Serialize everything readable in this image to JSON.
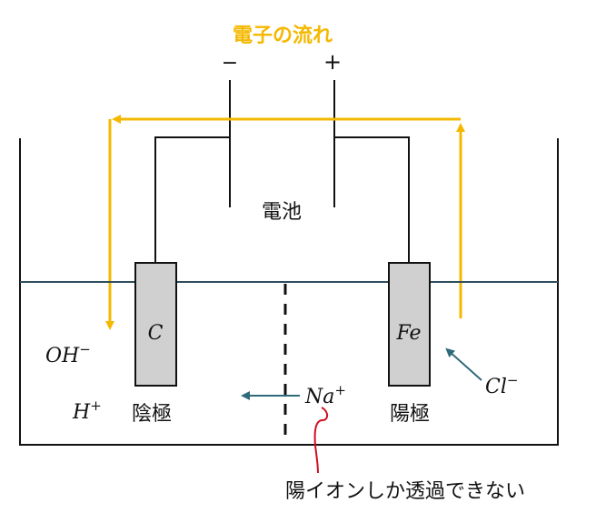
{
  "diagram": {
    "flow_title": "電子の流れ",
    "battery": {
      "label": "電池",
      "minus": "−",
      "plus": "+"
    },
    "cathode": {
      "material": "C",
      "name": "陰極"
    },
    "anode": {
      "material": "Fe",
      "name": "陽極"
    },
    "ions": {
      "oh": "OH",
      "oh_charge": "−",
      "h": "H",
      "h_charge": "+",
      "na": "Na",
      "na_charge": "+",
      "cl": "Cl",
      "cl_charge": "−"
    },
    "membrane_note": "陽イオンしか透過できない",
    "colors": {
      "electron_flow": "#f5b800",
      "solution_surface": "#2f4f5f",
      "ion_arrow": "#2f6a7a",
      "electrode_fill": "#d0d0d0",
      "note_line": "#d01020",
      "wire": "#111111"
    }
  }
}
